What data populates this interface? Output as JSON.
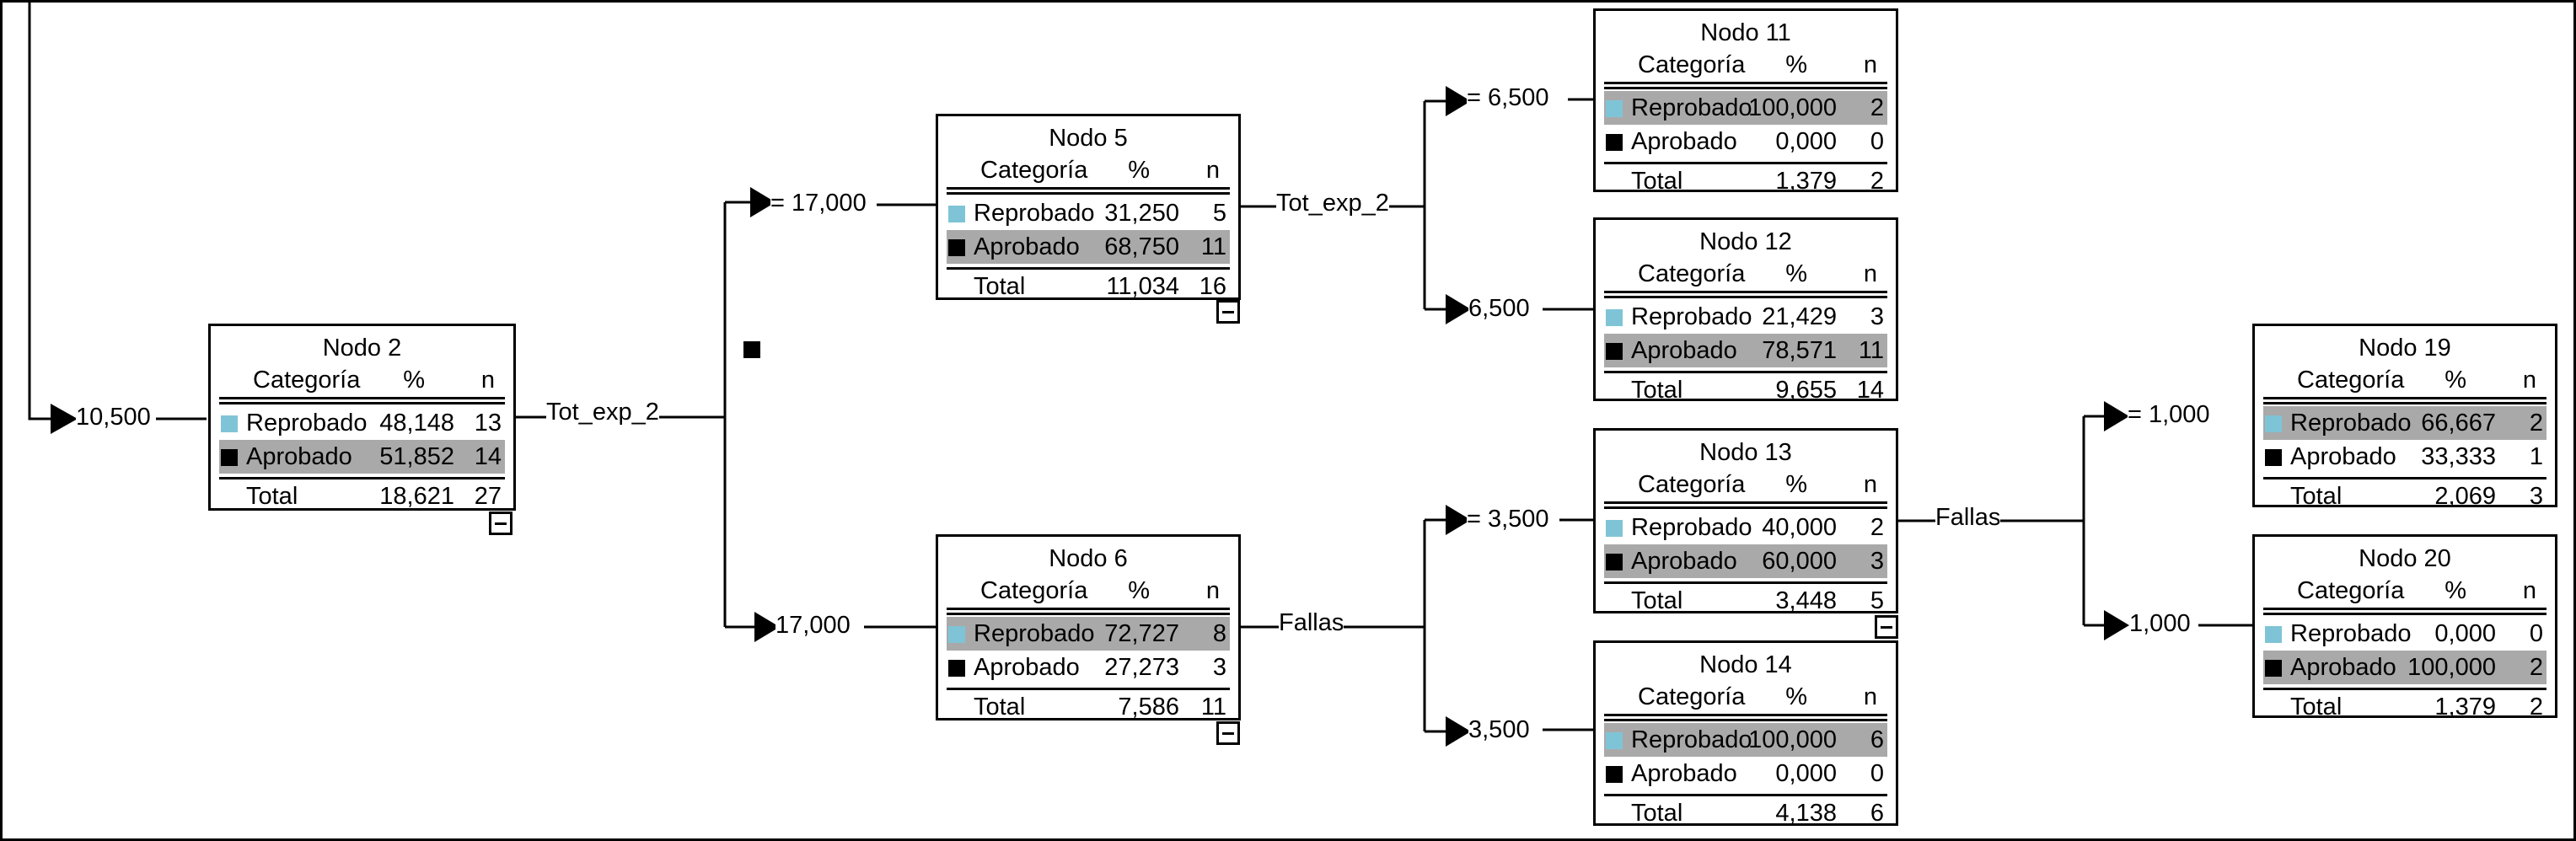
{
  "colors": {
    "reprobado": "#7fc4d6",
    "aprobado": "#000000",
    "highlight": "#a9a9a9"
  },
  "headers": {
    "category": "Categoría",
    "percent": "%",
    "n": "n"
  },
  "nodes": {
    "n2": {
      "title": "Nodo 2",
      "rows": [
        {
          "label": "Reprobado",
          "pct": "48,148",
          "n": "13"
        },
        {
          "label": "Aprobado",
          "pct": "51,852",
          "n": "14"
        }
      ],
      "total": {
        "label": "Total",
        "pct": "18,621",
        "n": "27"
      },
      "highlight": 1
    },
    "n5": {
      "title": "Nodo 5",
      "rows": [
        {
          "label": "Reprobado",
          "pct": "31,250",
          "n": "5"
        },
        {
          "label": "Aprobado",
          "pct": "68,750",
          "n": "11"
        }
      ],
      "total": {
        "label": "Total",
        "pct": "11,034",
        "n": "16"
      },
      "highlight": 1
    },
    "n6": {
      "title": "Nodo 6",
      "rows": [
        {
          "label": "Reprobado",
          "pct": "72,727",
          "n": "8"
        },
        {
          "label": "Aprobado",
          "pct": "27,273",
          "n": "3"
        }
      ],
      "total": {
        "label": "Total",
        "pct": "7,586",
        "n": "11"
      },
      "highlight": 0
    },
    "n11": {
      "title": "Nodo 11",
      "rows": [
        {
          "label": "Reprobado",
          "pct": "100,000",
          "n": "2"
        },
        {
          "label": "Aprobado",
          "pct": "0,000",
          "n": "0"
        }
      ],
      "total": {
        "label": "Total",
        "pct": "1,379",
        "n": "2"
      },
      "highlight": 0
    },
    "n12": {
      "title": "Nodo 12",
      "rows": [
        {
          "label": "Reprobado",
          "pct": "21,429",
          "n": "3"
        },
        {
          "label": "Aprobado",
          "pct": "78,571",
          "n": "11"
        }
      ],
      "total": {
        "label": "Total",
        "pct": "9,655",
        "n": "14"
      },
      "highlight": 1
    },
    "n13": {
      "title": "Nodo 13",
      "rows": [
        {
          "label": "Reprobado",
          "pct": "40,000",
          "n": "2"
        },
        {
          "label": "Aprobado",
          "pct": "60,000",
          "n": "3"
        }
      ],
      "total": {
        "label": "Total",
        "pct": "3,448",
        "n": "5"
      },
      "highlight": 1
    },
    "n14": {
      "title": "Nodo 14",
      "rows": [
        {
          "label": "Reprobado",
          "pct": "100,000",
          "n": "6"
        },
        {
          "label": "Aprobado",
          "pct": "0,000",
          "n": "0"
        }
      ],
      "total": {
        "label": "Total",
        "pct": "4,138",
        "n": "6"
      },
      "highlight": 0
    },
    "n19": {
      "title": "Nodo 19",
      "rows": [
        {
          "label": "Reprobado",
          "pct": "66,667",
          "n": "2"
        },
        {
          "label": "Aprobado",
          "pct": "33,333",
          "n": "1"
        }
      ],
      "total": {
        "label": "Total",
        "pct": "2,069",
        "n": "3"
      },
      "highlight": 0
    },
    "n20": {
      "title": "Nodo 20",
      "rows": [
        {
          "label": "Reprobado",
          "pct": "0,000",
          "n": "0"
        },
        {
          "label": "Aprobado",
          "pct": "100,000",
          "n": "2"
        }
      ],
      "total": {
        "label": "Total",
        "pct": "1,379",
        "n": "2"
      },
      "highlight": 1
    }
  },
  "edges": {
    "root_to_n2": "10,500",
    "n2_split": "Tot_exp_2",
    "n2_to_n5": "= 17,000",
    "n2_to_n6": "17,000",
    "n5_split": "Tot_exp_2",
    "n5_to_n11": "= 6,500",
    "n5_to_n12": "6,500",
    "n6_split": "Fallas",
    "n6_to_n13": "= 3,500",
    "n6_to_n14": "3,500",
    "n13_split": "Fallas",
    "n13_to_n19": "= 1,000",
    "n13_to_n20": "1,000"
  }
}
